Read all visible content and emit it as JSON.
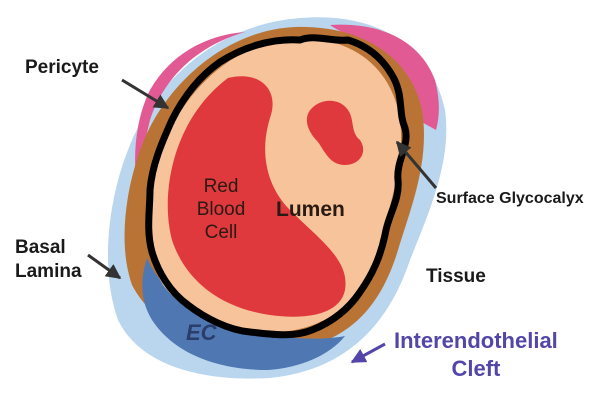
{
  "labels": {
    "pericyte": "Pericyte",
    "basal_lamina": [
      "Basal",
      "Lamina"
    ],
    "surface_glycocalyx": "Surface Glycocalyx",
    "tissue": "Tissue",
    "interendothelial_cleft": [
      "Interendothelial",
      "Cleft"
    ],
    "red_blood_cell": [
      "Red",
      "Blood",
      "Cell"
    ],
    "lumen": "Lumen",
    "ec": "EC"
  },
  "colors": {
    "lumen": "#f7c39a",
    "red_blood_cell": "#e0393d",
    "cell_wall": "#b97435",
    "pericyte": "#e15a94",
    "basal_lamina": "#b9d6ee",
    "endothelial_cell": "#4f78b2",
    "glycocalyx_outline": "#000000",
    "cleft_label": "#5346a8",
    "label_text": "#1a1a1a"
  }
}
